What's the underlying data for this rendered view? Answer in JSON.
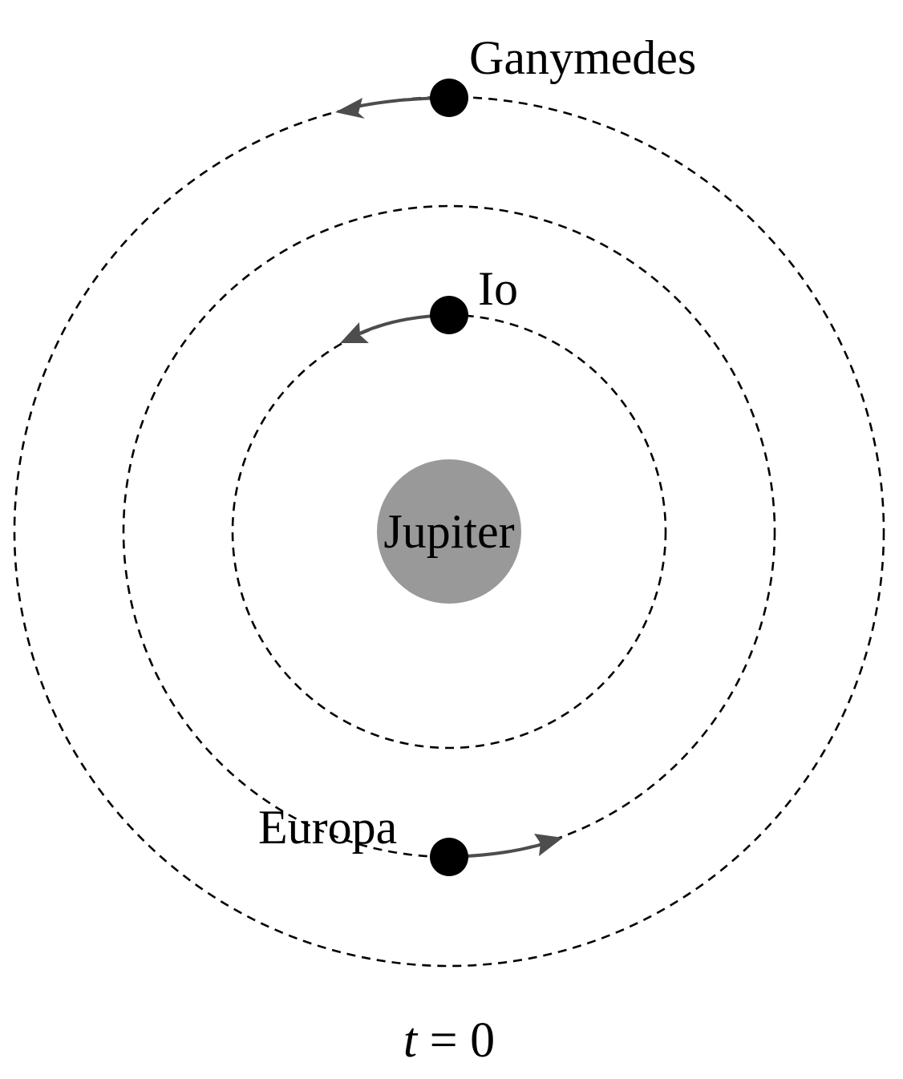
{
  "labels": {
    "ganymede": "Ganymedes",
    "io": "Io",
    "europa": "Europa",
    "planet": "Jupiter"
  },
  "time": {
    "variable": "t",
    "equals": " = ",
    "value": "0"
  },
  "colors": {
    "planet": "#999999",
    "moon": "#000000",
    "orbit": "#000000",
    "arrow": "#4d4d4d",
    "background": "#ffffff"
  }
}
